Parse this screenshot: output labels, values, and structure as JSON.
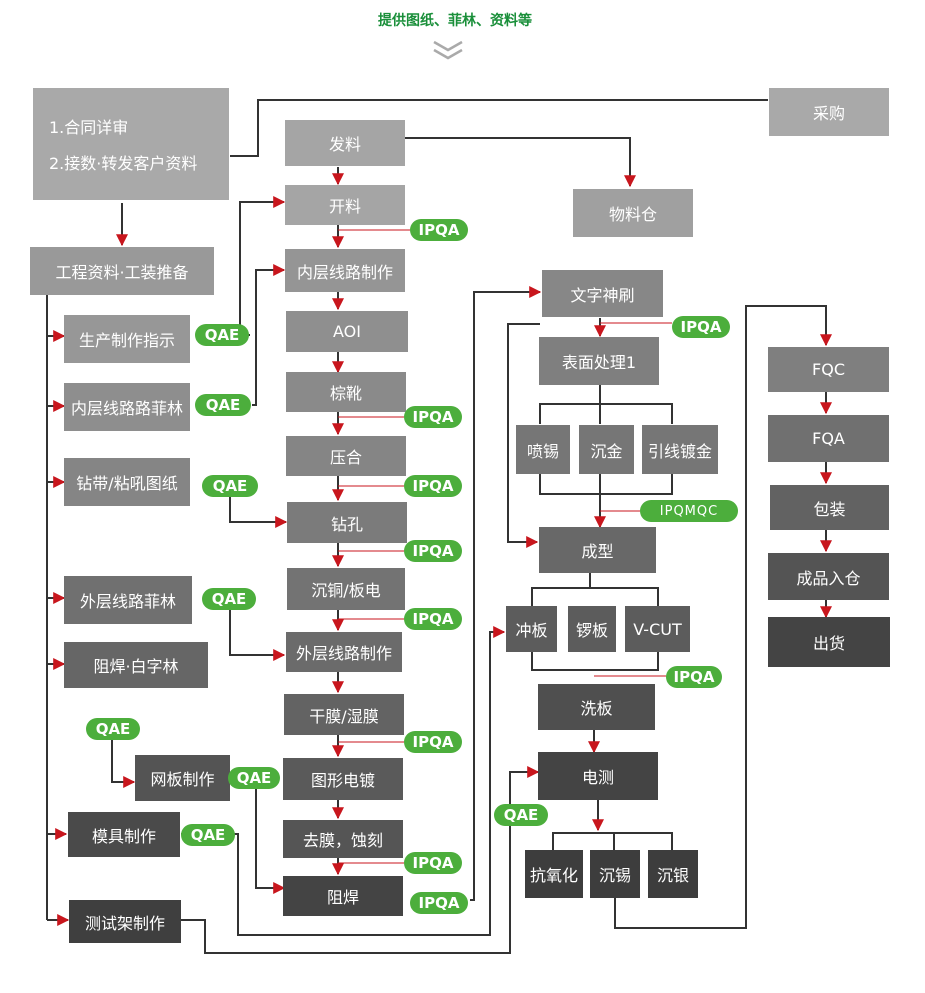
{
  "header": {
    "text": "提供图纸、菲林、资料等"
  },
  "colors": {
    "c1": "#a8a8a8",
    "c2": "#9a9a9a",
    "c3": "#8c8c8c",
    "c4": "#7c7c7c",
    "c5": "#6b6b6b",
    "c6": "#595959",
    "c7": "#474747",
    "c8": "#3a3a3a",
    "badge": "#4cae3c",
    "arrow": "#c8161d",
    "line": "#333333"
  },
  "nodes": {
    "contract": {
      "lines": [
        "1.合同详审",
        "2.接数·转发客户资料"
      ]
    },
    "purchase": "采购",
    "issue_material": "发料",
    "warehouse": "物料仓",
    "cutting": "开料",
    "engineering": "工程资料·工装推备",
    "inner_layer": "内层线路制作",
    "production_guide": "生产制作指示",
    "aoi": "AOI",
    "inner_film": "内层线路路菲林",
    "browning": "棕靴",
    "lamination": "压合",
    "drill_drawing": "钻带/粘吼图纸",
    "drilling": "钻孔",
    "copper_plating": "沉铜/板电",
    "outer_film": "外层线路菲林",
    "outer_layer": "外层线路制作",
    "solder_mask_film": "阻焊·白字林",
    "dry_film": "干膜/湿膜",
    "screen_making": "网板制作",
    "pattern_plating": "图形电镀",
    "strip_etch": "去膜，蚀刻",
    "mold_making": "模具制作",
    "solder_mask": "阻焊",
    "test_fixture": "测试架制作",
    "legend_print": "文字神刷",
    "surface_treatment": "表面处理1",
    "hasl": "喷锡",
    "enig": "沉金",
    "lead_gold": "引线镀金",
    "forming": "成型",
    "punching": "冲板",
    "routing": "锣板",
    "vcut": "V-CUT",
    "washing": "洗板",
    "e_test": "电测",
    "osp": "抗氧化",
    "imm_tin": "沉锡",
    "imm_silver": "沉银",
    "fqc": "FQC",
    "fqa": "FQA",
    "packing": "包装",
    "stock_in": "成品入仓",
    "shipping": "出货"
  },
  "badges": {
    "ipqa": "IPQA",
    "qae": "QAE",
    "ipqmqc": "IPQMQC"
  }
}
